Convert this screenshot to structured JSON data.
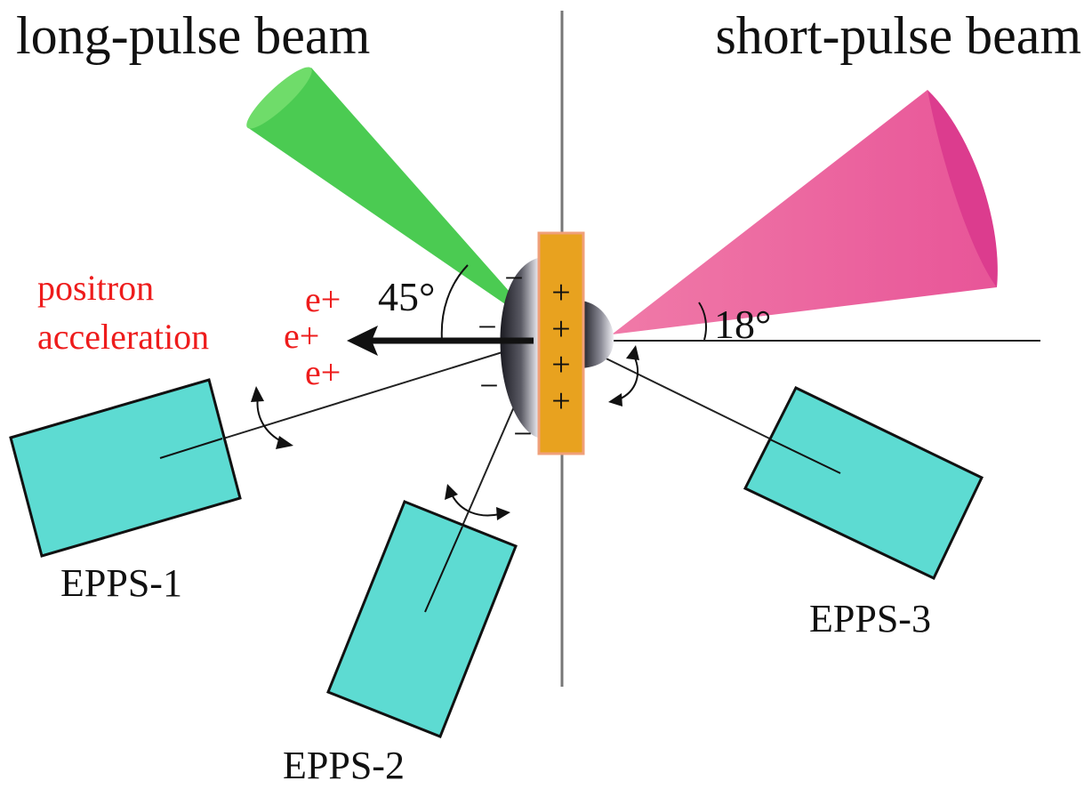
{
  "titles": {
    "long_pulse": "long-pulse beam",
    "short_pulse": "short-pulse beam"
  },
  "annotations": {
    "positron_line1": "positron",
    "positron_line2": "acceleration",
    "positron_symbol": "e+",
    "angle_long": "45°",
    "angle_short": "18°",
    "plus": "+",
    "minus": "−"
  },
  "detectors": {
    "epps1": "EPPS-1",
    "epps2": "EPPS-2",
    "epps3": "EPPS-3"
  },
  "colors": {
    "long_pulse_beam": "#4bcb52",
    "short_pulse_beam": "#e85598",
    "target": "#e8a21f",
    "detector": "#5ddbd2",
    "positron_text": "#ee1c1c",
    "axis": "#777777"
  }
}
